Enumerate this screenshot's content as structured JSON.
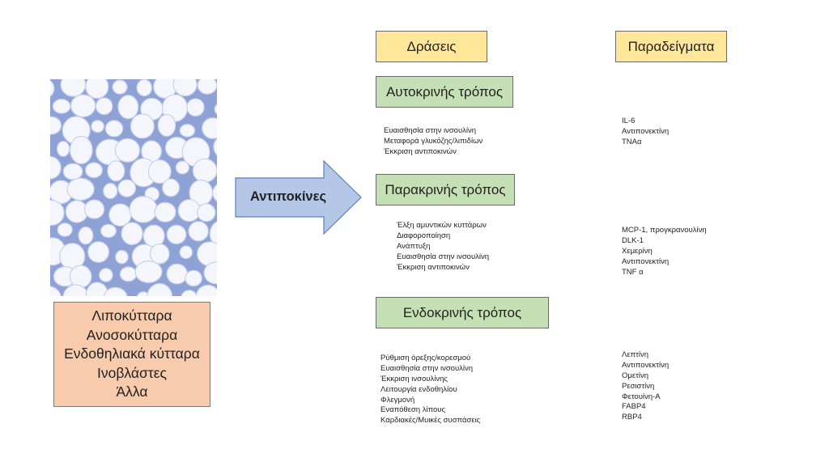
{
  "left": {
    "cell_types": [
      "Λιποκύτταρα",
      "Ανοσοκύτταρα",
      "Ενδοθηλιακά κύτταρα",
      "Ινοβλάστες",
      "Άλλα"
    ]
  },
  "arrow": {
    "label": "Αντιποκίνες"
  },
  "headers": {
    "actions": "Δράσεις",
    "examples": "Παραδείγματα"
  },
  "modes": [
    {
      "title": "Αυτοκρινής τρόπος",
      "actions": [
        "Ευαισθησία στην ινσουλίνη",
        "Μεταφορά γλυκόζης/λιπιδίων",
        "Έκκριση αντιποκινών"
      ],
      "examples": [
        "IL-6",
        "Αντιπονεκτίνη",
        "TNAα"
      ]
    },
    {
      "title": "Παρακρινής τρόπος",
      "actions": [
        "Έλξη αμυντικών κυττάρων",
        "Διαφοροποίηση",
        "Ανάπτυξη",
        "Ευαισθησία στην ινσουλίνη",
        "Έκκριση αντιποκινών"
      ],
      "examples": [
        "MCP-1, προγκρανουλίνη",
        "DLK-1",
        "Χεμερίνη",
        "Αντιπονεκτίνη",
        "TNF α"
      ]
    },
    {
      "title": "Ενδοκρινής τρόπος",
      "actions": [
        "Ρύθμιση όρεξης/κορεσμού",
        "Ευαισθησία στην ινσουλίνη",
        "Έκκριση ινσουλίνης",
        "Λειτουργία ενδοθηλίου",
        "Φλεγμονή",
        "Εναπόθεση λίπους",
        "Καρδιακές/Μυικές συσπάσεις"
      ],
      "examples": [
        "Λεπτίνη",
        "Αντιπονεκτίνη",
        "Ομετίνη",
        "Ρεσιστίνη",
        "Φετουίνη-Α",
        "FABP4",
        "RBP4"
      ]
    }
  ],
  "colors": {
    "header_fill": "#ffe699",
    "mode_fill": "#c5e0b4",
    "cells_fill": "#f8cbad",
    "arrow_fill": "#b4c7e7",
    "tissue_stain": "#8fa2d6"
  }
}
